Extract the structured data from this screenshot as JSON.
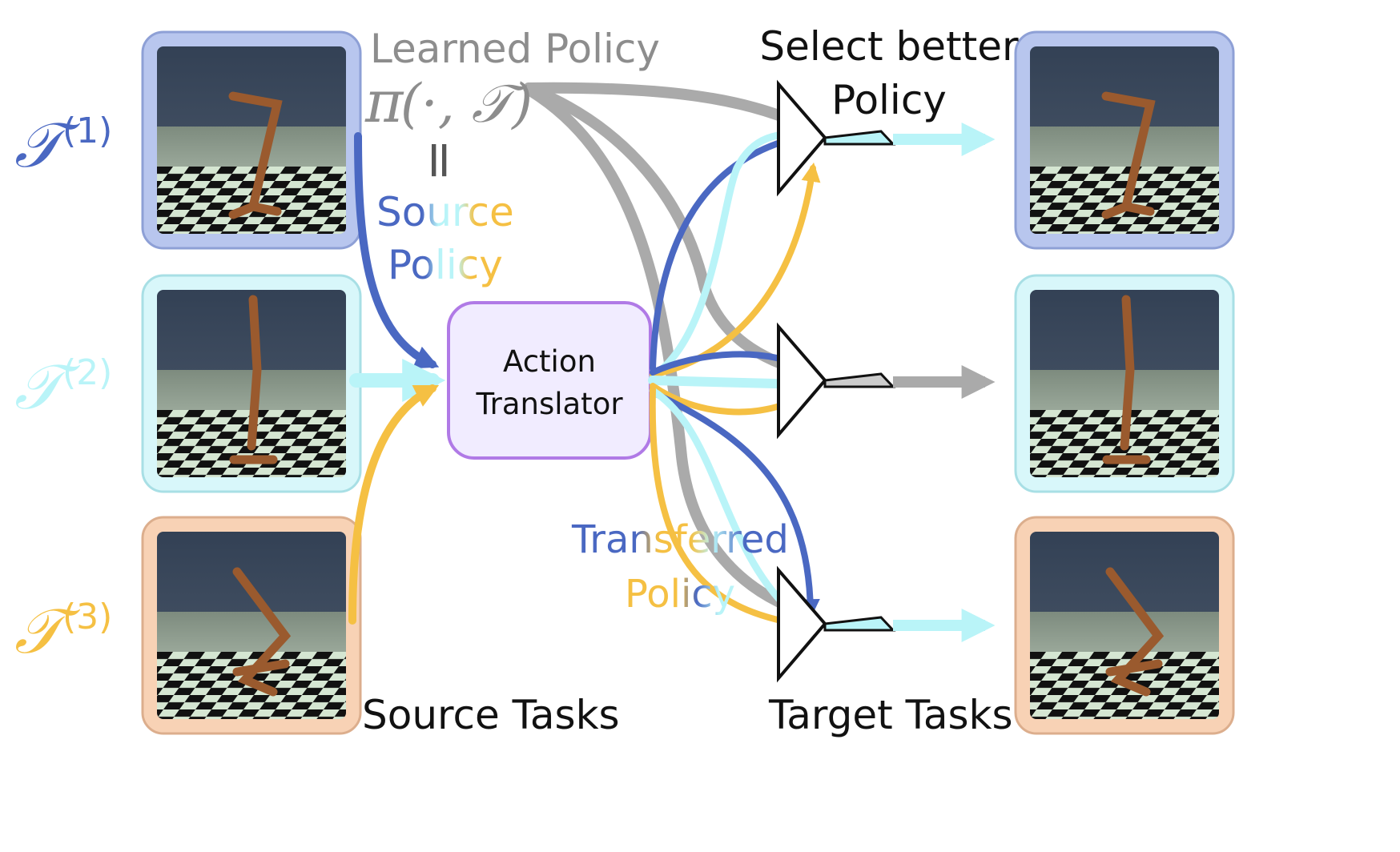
{
  "colors": {
    "blue": "#4a68c2",
    "cyan": "#b9f4f8",
    "yellow": "#f5c043",
    "gray": "#aaaaaa",
    "purple_border": "#b07ae6",
    "purple_fill": "#f1ecff",
    "frame_blue": "#b8c6ee",
    "frame_cyan": "#d8f7fa",
    "frame_peach": "#f8d2b5",
    "sky": "#3c4a5c",
    "floor": "#8a9a8a",
    "body_brown": "#9a5a2e"
  },
  "icons": [
    "sum-gate-icon",
    "hopper-robot-icon",
    "checkerboard-floor-icon"
  ],
  "labels": {
    "learned_policy": "Learned Policy",
    "pi_symbol": "π",
    "pi_args": "(·, 𝒯)",
    "equals": "=",
    "select_line1": "Select better",
    "select_line2": "Policy",
    "source_policy_1": "Source",
    "source_policy_2": "Policy",
    "action_1": "Action",
    "action_2": "Translator",
    "transferred_1": "Transferred",
    "transferred_2": "Policy",
    "source_tasks": "Source Tasks",
    "target_tasks": "Target Tasks"
  },
  "tasks": [
    {
      "symbol": "𝒯",
      "superscript": "(1)",
      "color": "#4a68c2"
    },
    {
      "symbol": "𝒯",
      "superscript": "(2)",
      "color": "#b9f4f8"
    },
    {
      "symbol": "𝒯",
      "superscript": "(3)",
      "color": "#f5c043"
    }
  ]
}
